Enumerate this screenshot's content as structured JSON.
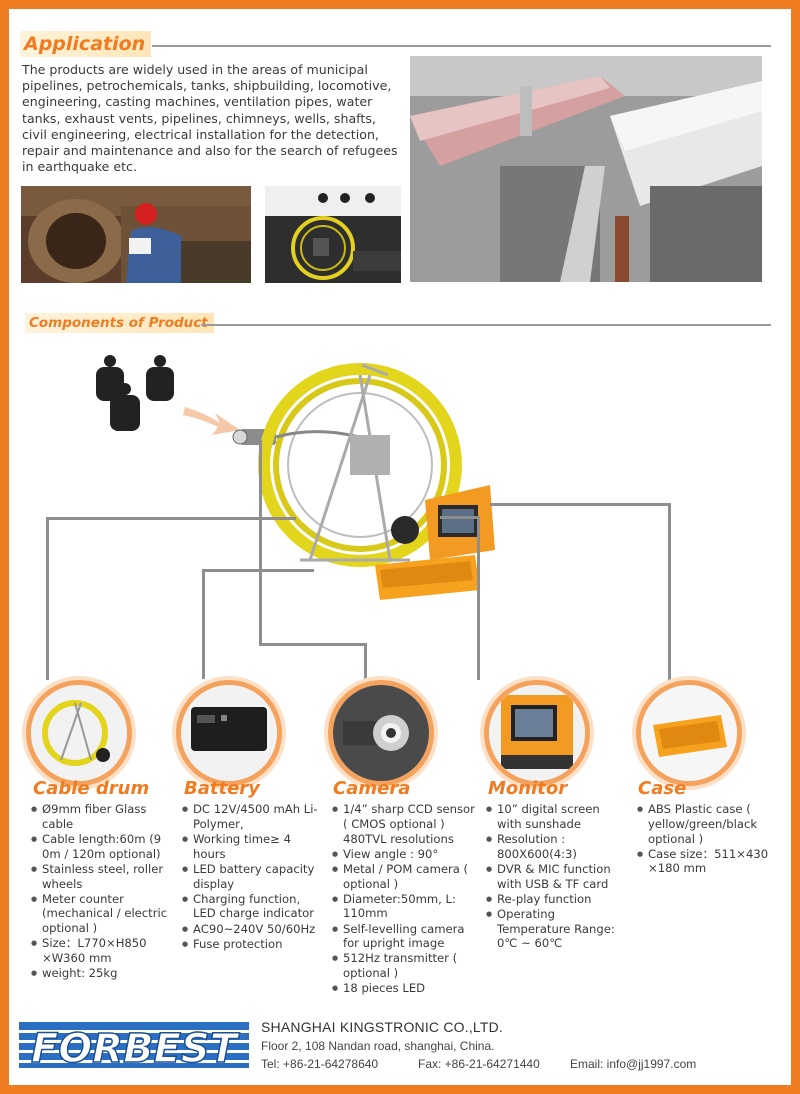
{
  "application": {
    "heading": "Application",
    "text": "The products are widely used in the areas of municipal pipelines, petrochemicals, tanks, shipbuilding, locomotive, engineering, casting machines, ventilation pipes, water tanks, exhaust vents, pipelines, chimneys, wells, shafts, civil engineering, electrical installation for the detection, repair and maintenance and also for the search of refugees in earthquake etc."
  },
  "components": {
    "heading": "Components of Product",
    "items": [
      {
        "title": "Cable drum",
        "specs": [
          "Ø9mm fiber Glass cable",
          "Cable length:60m (9 0m / 120m optional)",
          "Stainless steel, roller wheels",
          "Meter counter (mechanical / electric optional )",
          "Size：L770×H850 ×W360 mm",
          "weight: 25kg"
        ]
      },
      {
        "title": "Battery",
        "specs": [
          "DC 12V/4500 mAh Li-Polymer,",
          "Working time≥ 4 hours",
          "LED battery capacity display",
          "Charging function, LED charge indicator",
          "AC90~240V 50/60Hz",
          "Fuse protection"
        ]
      },
      {
        "title": "Camera",
        "specs": [
          "1/4” sharp CCD sensor ( CMOS optional ) 480TVL resolutions",
          "View angle : 90°",
          "Metal / POM camera ( optional )",
          "Diameter:50mm, L: 110mm",
          "Self-levelling camera for upright image",
          "512Hz transmitter ( optional )",
          "18 pieces LED"
        ]
      },
      {
        "title": "Monitor",
        "specs": [
          "10” digital screen with sunshade",
          "Resolution : 800X600(4:3)",
          "DVR & MIC function with USB & TF card",
          "Re-play function",
          "Operating Temperature Range: 0℃ ~ 60℃"
        ]
      },
      {
        "title": "Case",
        "specs": [
          "ABS Plastic case ( yellow/green/black optional )",
          "Case size：511×430 ×180 mm"
        ]
      }
    ]
  },
  "footer": {
    "logo": "FORBEST",
    "company": "SHANGHAI KINGSTRONIC CO.,LTD.",
    "address": "Floor 2, 108 Nandan road, shanghai, China.",
    "tel": "Tel: +86-21-64278640",
    "fax": "Fax: +86-21-64271440",
    "email": "Email: info@jj1997.com"
  },
  "colors": {
    "accent": "#f07c22",
    "rule": "#9a9a9a",
    "logo_blue": "#2a6fc2"
  }
}
